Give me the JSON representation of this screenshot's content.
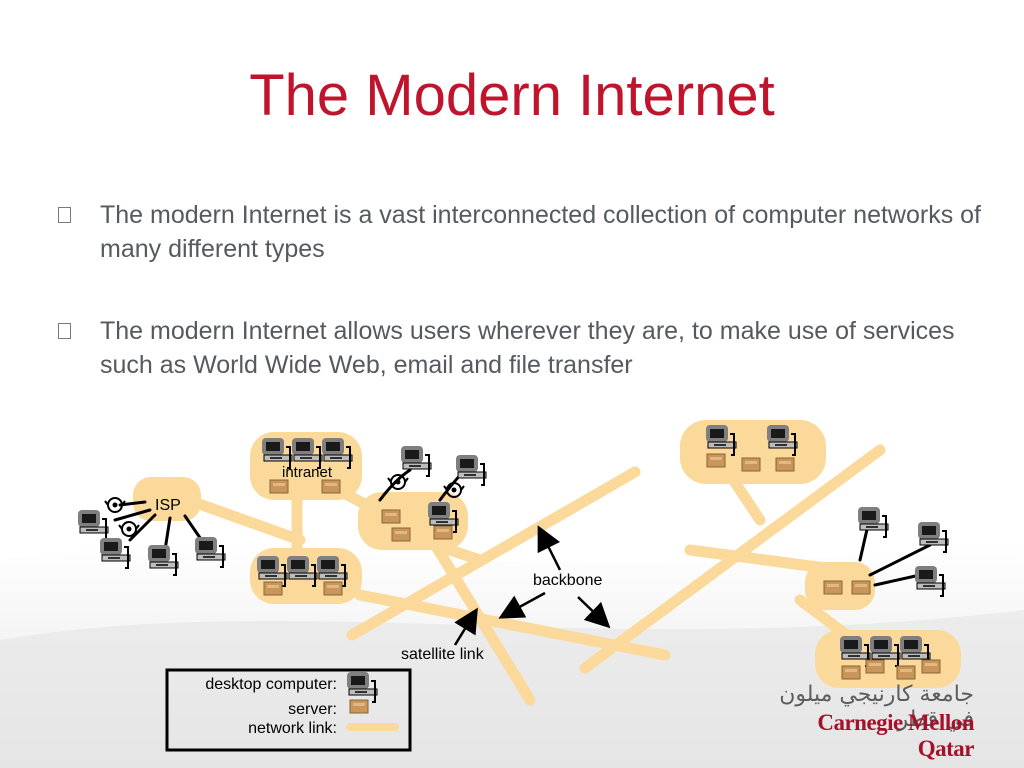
{
  "slide": {
    "title": "The Modern Internet",
    "bullets": [
      "The modern Internet is a vast interconnected collection of computer networks of many different types",
      "The modern Internet allows users wherever they are, to make use of services such as World Wide Web, email and file transfer"
    ]
  },
  "diagram": {
    "labels": {
      "isp": "ISP",
      "intranet": "intranet",
      "backbone": "backbone",
      "satellite": "satellite link"
    },
    "legend": {
      "desktop": "desktop computer:",
      "server": "server:",
      "link": "network link:"
    },
    "icons": {
      "desktop": "desktop-computer-icon",
      "server": "server-icon",
      "phone": "telephone-icon"
    },
    "colors": {
      "link": "#fbd99a",
      "server": "#c8965a",
      "title": "#c0142c"
    }
  },
  "logo": {
    "arabic": "جامعة كارنيجي ميلون في قطر",
    "english": "Carnegie Mellon Qatar"
  }
}
